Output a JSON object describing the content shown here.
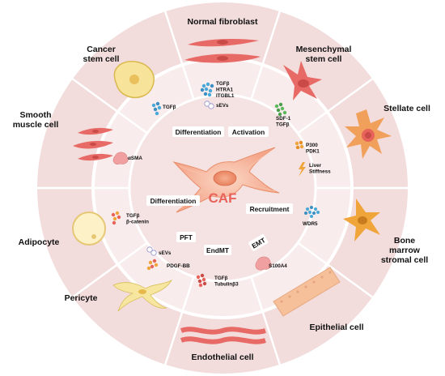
{
  "outer_cells": [
    {
      "id": "normal-fibroblast",
      "label": [
        "Normal fibroblast"
      ]
    },
    {
      "id": "mesenchymal-stem-cell",
      "label": [
        "Mesenchymal",
        "stem cell"
      ]
    },
    {
      "id": "stellate-cell",
      "label": [
        "Stellate cell"
      ]
    },
    {
      "id": "bone-marrow-stromal-cell",
      "label": [
        "Bone",
        "marrow",
        "stromal cell"
      ]
    },
    {
      "id": "epithelial-cell",
      "label": [
        "Epithelial cell"
      ]
    },
    {
      "id": "endothelial-cell",
      "label": [
        "Endothelial cell"
      ]
    },
    {
      "id": "pericyte",
      "label": [
        "Pericyte"
      ]
    },
    {
      "id": "adipocyte",
      "label": [
        "Adipocyte"
      ]
    },
    {
      "id": "smooth-muscle-cell",
      "label": [
        "Smooth",
        "muscle cell"
      ]
    },
    {
      "id": "cancer-stem-cell",
      "label": [
        "Cancer",
        "stem cell"
      ]
    }
  ],
  "factors": [
    {
      "id": "normal-fibroblast",
      "lines": [
        "TGFβ",
        "HTRA1",
        "ITGBL1"
      ],
      "extra": "sEVs"
    },
    {
      "id": "mesenchymal-stem-cell",
      "lines": [
        "SDF-1",
        "TGFβ"
      ]
    },
    {
      "id": "stellate-cell",
      "lines": [
        "P300",
        "PDK1"
      ],
      "extra_lines": [
        "Liver",
        "Stiffness"
      ]
    },
    {
      "id": "bone-marrow-stromal-cell",
      "lines": [
        "WDR5"
      ]
    },
    {
      "id": "epithelial-cell",
      "lines": [
        "S100A4"
      ]
    },
    {
      "id": "endothelial-cell",
      "lines": [
        "TGFβ",
        "Tubulinβ3"
      ]
    },
    {
      "id": "pericyte",
      "lines": [
        "sEVs"
      ],
      "extra": "PDGF-BB"
    },
    {
      "id": "adipocyte",
      "lines": [
        "TGFβ",
        "β-catenin"
      ]
    },
    {
      "id": "smooth-muscle-cell",
      "lines": [
        "αSMA"
      ]
    },
    {
      "id": "cancer-stem-cell",
      "lines": [
        "TGFβ"
      ]
    }
  ],
  "processes": {
    "differentiation_top": "Differentiation",
    "activation": "Activation",
    "differentiation_left": "Differentiation",
    "recruitment": "Recruitment",
    "pft": "PFT",
    "endmt": "EndMT",
    "emt": "EMT"
  },
  "center": {
    "label": "CAF"
  },
  "colors": {
    "outer_ring": "#f2dcdc",
    "middle_ring": "#f8ecec",
    "divider": "#ffffff",
    "inner_disc": "#f4e1e1",
    "caf_label": "#e8635a",
    "cell_red": "#e86a66",
    "cell_pink": "#f3b9b0",
    "stellate_orange": "#f0a05a",
    "bm_orange": "#f0a53a",
    "adipocyte": "#fdf1c8",
    "cancer": "#f8e39a",
    "pericyte": "#f7e6a0"
  }
}
